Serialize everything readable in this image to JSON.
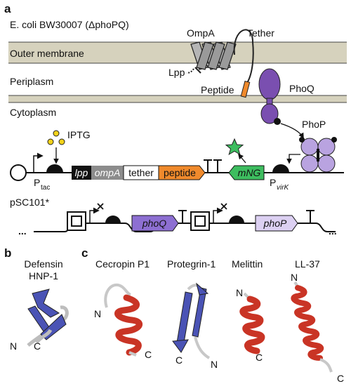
{
  "panel_a": {
    "panel_letter": "a",
    "strain": "E. coli BW30007 (ΔphoPQ)",
    "membranes": {
      "outer": "Outer membrane",
      "periplasm": "Periplasm",
      "cytoplasm": "Cytoplasm"
    },
    "proteins": {
      "ompa": "OmpA",
      "tether": "Tether",
      "lpp": "Lpp",
      "peptide": "Peptide",
      "phoq": "PhoQ",
      "phop": "PhoP"
    },
    "construct": {
      "inducer": "IPTG",
      "ptac_main": "P",
      "ptac_sub": "tac",
      "pvirk_main": "P",
      "pvirk_sub": "virK",
      "reporter": "mNG",
      "plasmid": "pSC101*",
      "boxes": [
        "lpp",
        "ompA",
        "tether",
        "peptide"
      ],
      "genes": [
        "phoQ",
        "phoP"
      ],
      "ellipsis": [
        "...",
        "..."
      ]
    },
    "colors": {
      "membrane": "#d6d2bd",
      "phoq_purple": "#7a4fb0",
      "phop_lavender": "#b9a3e0",
      "peptide_orange": "#f08a2c",
      "mng_green": "#3dbd5f",
      "iptg_yellow": "#f3d21a"
    }
  },
  "panel_b": {
    "panel_letter": "b",
    "title_line1": "Defensin",
    "title_line2": "HNP-1",
    "n": "N",
    "c": "C"
  },
  "panel_c": {
    "panel_letter": "c",
    "structures": [
      {
        "name": "Cecropin P1",
        "n": "N",
        "c": "C"
      },
      {
        "name": "Protegrin-1",
        "n": "N",
        "c": "C"
      },
      {
        "name": "Melittin",
        "n": "N",
        "c": "C"
      },
      {
        "name": "LL-37",
        "n": "N",
        "c": "C"
      }
    ]
  }
}
